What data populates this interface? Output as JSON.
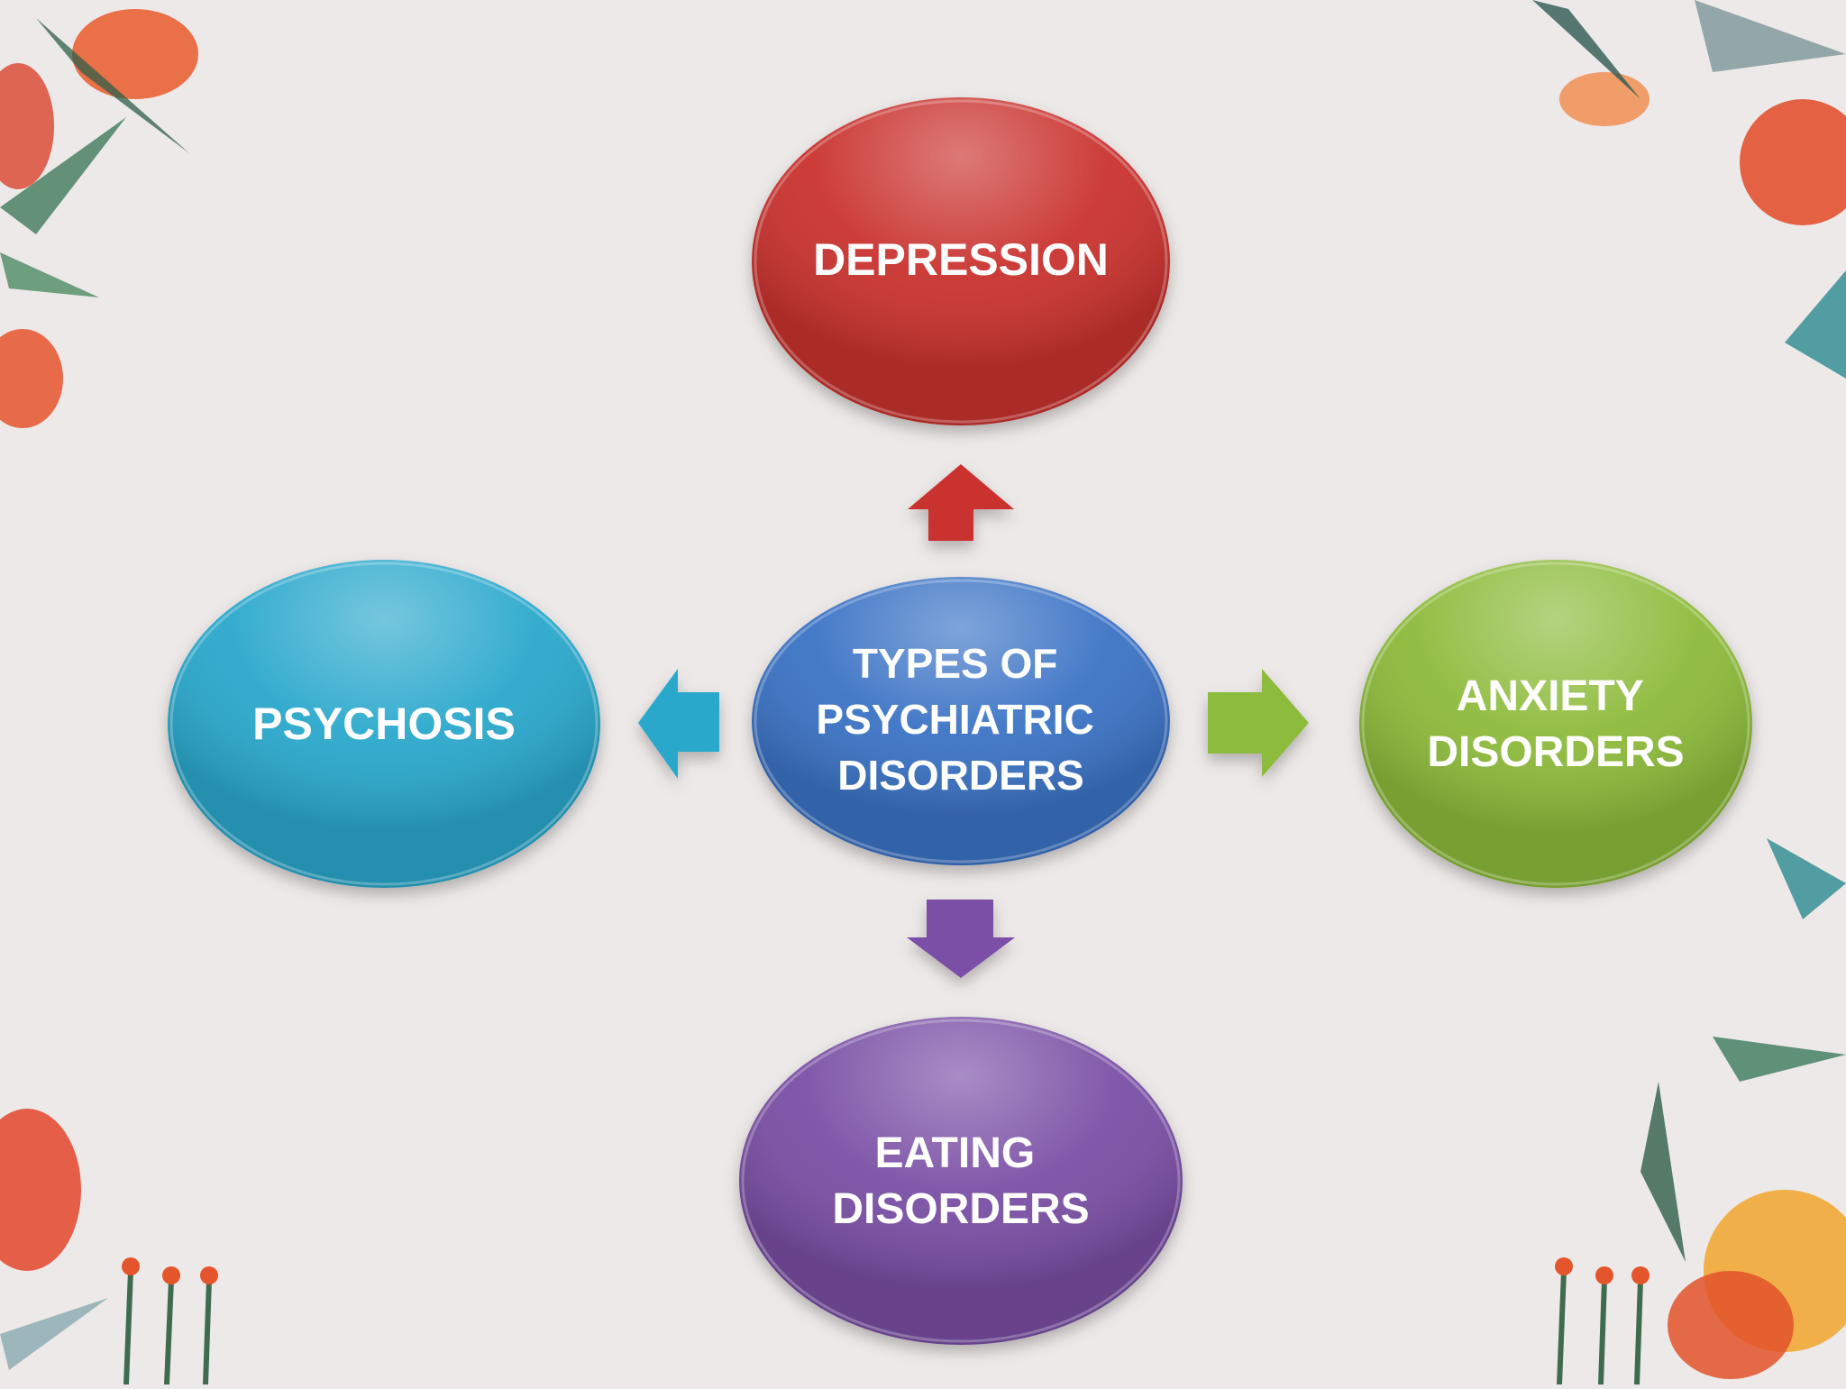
{
  "diagram": {
    "center": {
      "lines": [
        "TYPES OF",
        "PSYCHIATRIC",
        "DISORDERS"
      ],
      "color": "#3a73c5"
    },
    "nodes": {
      "top": {
        "lines": [
          "DEPRESSION"
        ],
        "color": "#c9302f"
      },
      "left": {
        "lines": [
          "PSYCHOSIS"
        ],
        "color": "#2aa8cc"
      },
      "right": {
        "lines": [
          "ANXIETY",
          "DISORDERS"
        ],
        "color": "#8dbb3a"
      },
      "bottom": {
        "lines": [
          "EATING",
          "DISORDERS"
        ],
        "color": "#7a4fa5"
      }
    },
    "arrows": {
      "top": {
        "color": "#c9302f",
        "direction": "up"
      },
      "left": {
        "color": "#2aa8cc",
        "direction": "left"
      },
      "right": {
        "color": "#8dbb3a",
        "direction": "right"
      },
      "bottom": {
        "color": "#7a4fa5",
        "direction": "down"
      }
    }
  },
  "background": {
    "color": "#ede9e8",
    "decoration": "watercolor-floral-corners"
  }
}
